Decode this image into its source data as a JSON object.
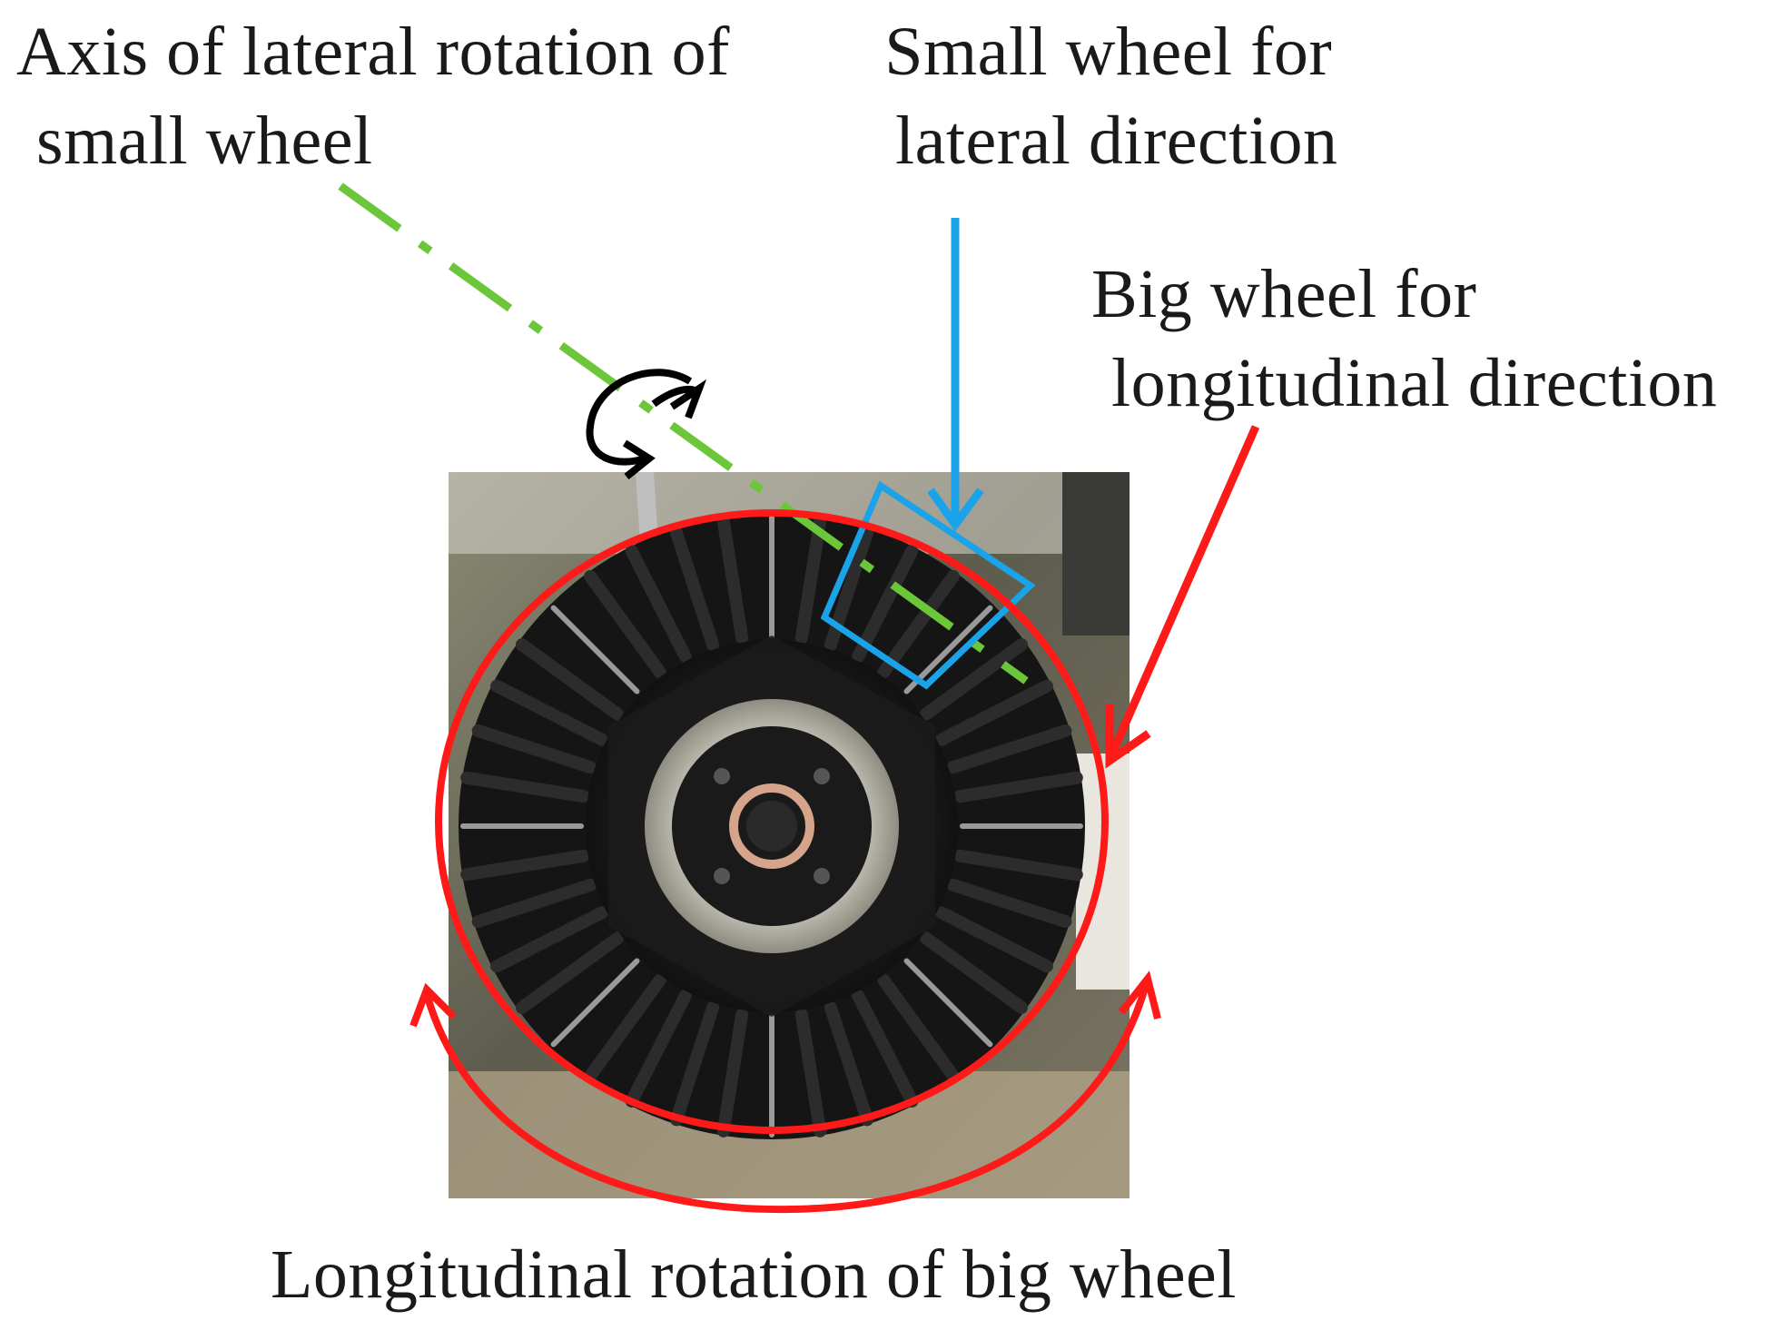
{
  "labels": {
    "axis_line1": "Axis of lateral rotation of",
    "axis_line2": "small wheel",
    "small_line1": "Small wheel for",
    "small_line2": "lateral direction",
    "big_line1": "Big wheel for",
    "big_line2": "longitudinal direction",
    "longitudinal": "Longitudinal rotation of big wheel"
  },
  "colors": {
    "axis_line": "#6cc63a",
    "small_wheel_marker": "#1aa3e8",
    "big_wheel_marker": "#ff1a1a",
    "rotation_arrow": "#000000",
    "wheel_body": "#141414",
    "background_photo": "#6b6a58"
  },
  "icons": {
    "lateral_rotation": "circular-arrow-icon",
    "longitudinal_rotation": "double-headed-arc-arrow-icon"
  }
}
